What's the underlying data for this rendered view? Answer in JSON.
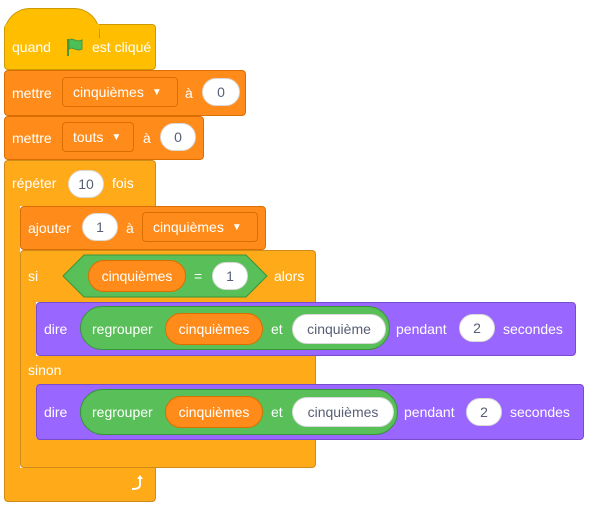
{
  "hat": {
    "quand": "quand",
    "suffix": "est cliqué",
    "flag_color": "#4cbf56"
  },
  "set1": {
    "label": "mettre",
    "variable": "cinquièmes",
    "to": "à",
    "value": "0"
  },
  "set2": {
    "label": "mettre",
    "variable": "touts",
    "to": "à",
    "value": "0"
  },
  "repeat": {
    "label": "répéter",
    "count": "10",
    "suffix": "fois",
    "loop_icon": "loop-arrow-icon"
  },
  "change": {
    "label": "ajouter",
    "value": "1",
    "to": "à",
    "variable": "cinquièmes"
  },
  "ifelse": {
    "if_label": "si",
    "cond_var": "cinquièmes",
    "cond_op": "=",
    "cond_value": "1",
    "then_label": "alors",
    "else_label": "sinon"
  },
  "say1": {
    "label": "dire",
    "join": "regrouper",
    "var": "cinquièmes",
    "and": "et",
    "text": "cinquième",
    "for": "pendant",
    "secs": "2",
    "unit": "secondes"
  },
  "say2": {
    "label": "dire",
    "join": "regrouper",
    "var": "cinquièmes",
    "and": "et",
    "text": "cinquièmes",
    "for": "pendant",
    "secs": "2",
    "unit": "secondes"
  },
  "colors": {
    "events": "#ffbf00",
    "variables": "#ff8c1a",
    "control": "#ffab19",
    "looks": "#9966ff",
    "operators": "#59c059"
  }
}
